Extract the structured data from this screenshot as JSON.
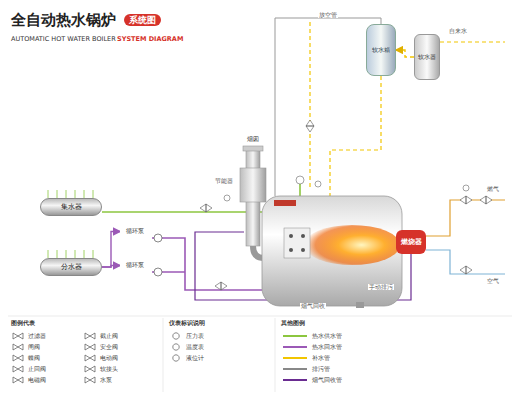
{
  "diagram": {
    "title": "全自动热水锅炉",
    "nodes": [
      {
        "text": [
          "集水器"
        ]
      },
      {
        "text": [
          "分水器"
        ]
      },
      {
        "text": [
          "循环泵"
        ]
      },
      {
        "text": [
          "循环泵"
        ]
      },
      {
        "text": [
          "烟囱"
        ]
      },
      {
        "text": [
          "软水箱"
        ]
      },
      {
        "text": [
          "软水器"
        ]
      },
      {
        "text": [
          "燃烧器"
        ]
      }
    ],
    "edges": [
      {
        "from": 1,
        "to": 2,
        "arrow": "to"
      },
      {
        "from": 1,
        "to": 3,
        "arrow": "to"
      },
      {
        "from": 6,
        "to": 5,
        "arrow": "to"
      }
    ],
    "labels": [
      "系统图",
      "AUTOMATIC HOT WATER BOILER",
      "SYSTEM DIAGRAM",
      "放空管",
      "自来水",
      "节能器",
      "烟气回收",
      "手动排污",
      "燃气",
      "空气",
      "图例代表",
      "仪表标识说明",
      "其他图例"
    ],
    "legend": [
      {
        "text": "过滤器"
      },
      {
        "text": "闸阀"
      },
      {
        "text": "蝶阀"
      },
      {
        "text": "止回阀"
      },
      {
        "text": "电磁阀"
      },
      {
        "text": "截止阀"
      },
      {
        "text": "安全阀"
      },
      {
        "text": "电动阀"
      },
      {
        "text": "软接头"
      },
      {
        "text": "水泵"
      },
      {
        "text": "压力表"
      },
      {
        "text": "温度表"
      },
      {
        "text": "液位计"
      },
      {
        "text": "热水供水管",
        "color": "#8cc63f"
      },
      {
        "text": "热水回水管",
        "color": "#9b59b6"
      },
      {
        "text": "补水管",
        "color": "#f2c500"
      },
      {
        "text": "排污管",
        "color": "#888888"
      },
      {
        "text": "烟气回收管",
        "color": "#6a2c91"
      }
    ]
  }
}
